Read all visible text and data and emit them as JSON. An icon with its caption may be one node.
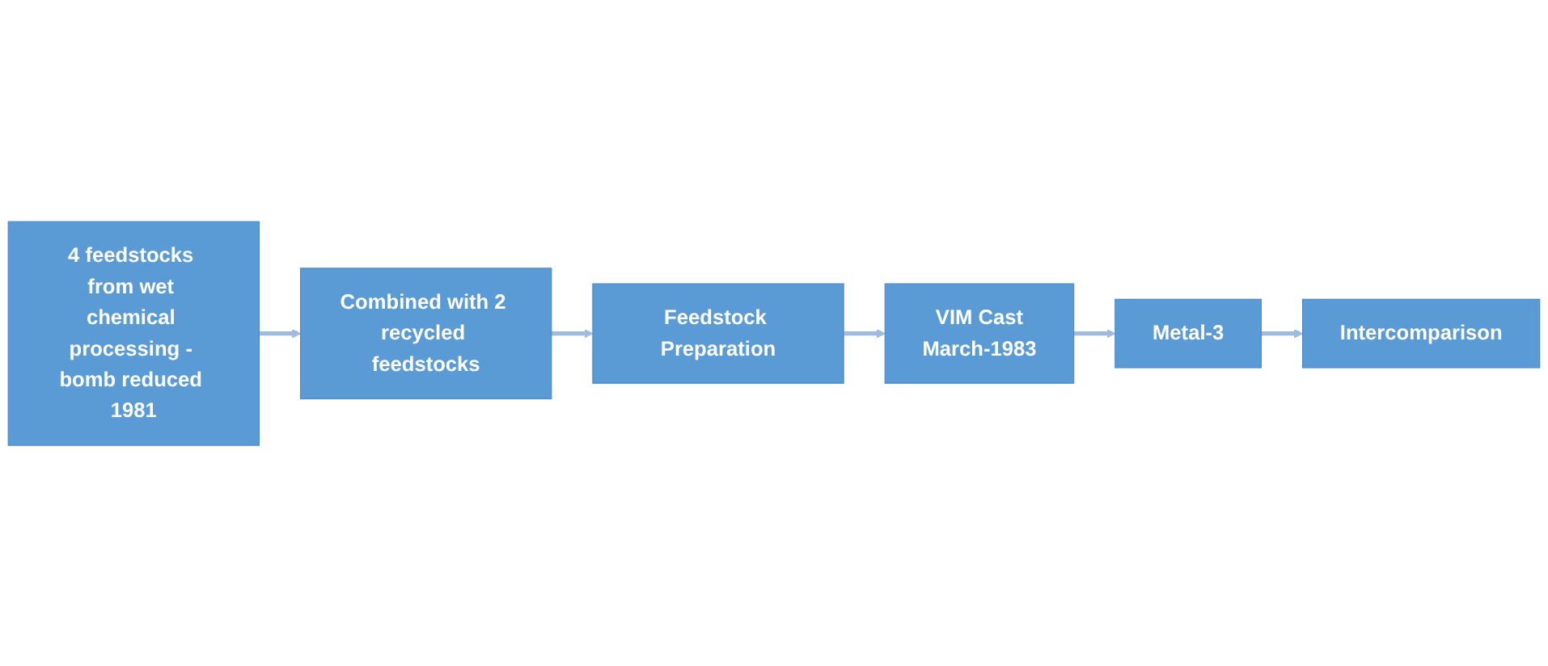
{
  "diagram": {
    "nodes": [
      {
        "text": [
          "4 feedstocks from wet chemical processing - bomb reduced 1981"
        ]
      },
      {
        "text": [
          "Combined with 2 recycled feedstocks"
        ]
      },
      {
        "text": [
          "Feedstock Preparation"
        ]
      },
      {
        "text": [
          "VIM Cast",
          "March-1983"
        ]
      },
      {
        "text": [
          "Metal-3"
        ]
      },
      {
        "text": [
          "Intercomparison"
        ]
      }
    ],
    "edges": [
      {
        "from": 0,
        "to": 1,
        "arrow": "to"
      },
      {
        "from": 1,
        "to": 2,
        "arrow": "to"
      },
      {
        "from": 2,
        "to": 3,
        "arrow": "to"
      },
      {
        "from": 3,
        "to": 4,
        "arrow": "to"
      },
      {
        "from": 4,
        "to": 5,
        "arrow": "to"
      }
    ]
  }
}
